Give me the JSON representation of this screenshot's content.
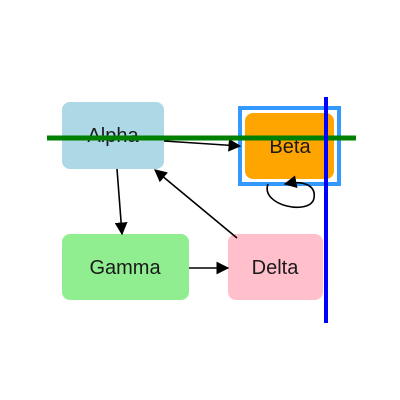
{
  "diagram": {
    "nodes": [
      {
        "id": "alpha",
        "label": "Alpha",
        "color": "#add8e6"
      },
      {
        "id": "beta",
        "label": "Beta",
        "color": "#ffa500"
      },
      {
        "id": "gamma",
        "label": "Gamma",
        "color": "#90ee90"
      },
      {
        "id": "delta",
        "label": "Delta",
        "color": "#ffc0cb"
      }
    ],
    "edges": [
      {
        "from": "alpha",
        "to": "beta"
      },
      {
        "from": "alpha",
        "to": "gamma"
      },
      {
        "from": "gamma",
        "to": "delta"
      },
      {
        "from": "delta",
        "to": "alpha"
      },
      {
        "from": "beta",
        "to": "beta"
      }
    ],
    "highlight_color": "#3399ff",
    "overlay_colors": {
      "horizontal_line": "#008000",
      "vertical_line": "#0000ff"
    },
    "edge_color": "#000000"
  }
}
